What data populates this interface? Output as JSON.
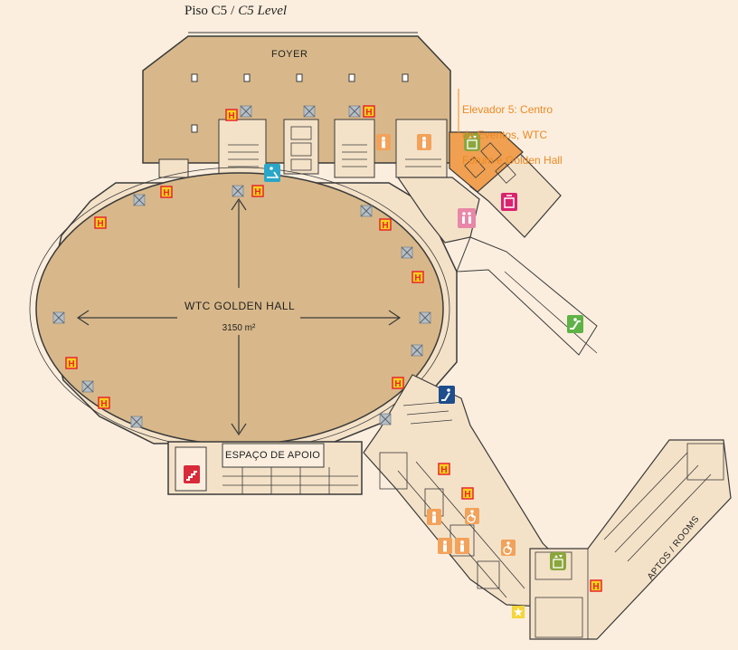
{
  "title": {
    "pt": "Piso C5",
    "separator": "/",
    "en": "C5 Level"
  },
  "labels": {
    "foyer": "FOYER",
    "hall_name": "WTC GOLDEN HALL",
    "hall_area": "3150 m²",
    "support_space": "ESPAÇO DE APOIO",
    "apartments": "APTOS / ROOMS"
  },
  "callout": {
    "line1": "Elevador 5: Centro",
    "line2": "de Eventos, WTC",
    "line3": "Fórum e Golden Hall"
  },
  "colors": {
    "background": "#fbeede",
    "hall_fill": "#d8b88a",
    "foyer_fill": "#d8b88a",
    "walls": "#3a3a3a",
    "hydrant": "#e9262b",
    "hydrant_fill": "#f8d020",
    "restroom": "#f2a25a",
    "elevator_highlight": "#f0a050",
    "emergency_stair": "#d92a3a",
    "escalator": "#5fb246",
    "lift_badge": "#8ba63c",
    "accessible_restroom": "#f2a25a",
    "wheelchair_blue": "#2aa7c8",
    "stair_dark_blue": "#1e4e8c",
    "pink_restroom": "#e887a8",
    "callout": "#ec8a26"
  },
  "icons": {
    "hydrant": "hydrant-icon",
    "column_marker": "column-marker-icon",
    "restroom_male": "restroom-male-icon",
    "restroom_female": "restroom-female-icon",
    "restroom_unisex": "restroom-unisex-icon",
    "accessible": "wheelchair-icon",
    "elevator": "elevator-icon",
    "emergency_exit": "emergency-exit-icon",
    "escalator": "escalator-icon",
    "star": "star-icon",
    "stairs": "stairs-icon"
  }
}
